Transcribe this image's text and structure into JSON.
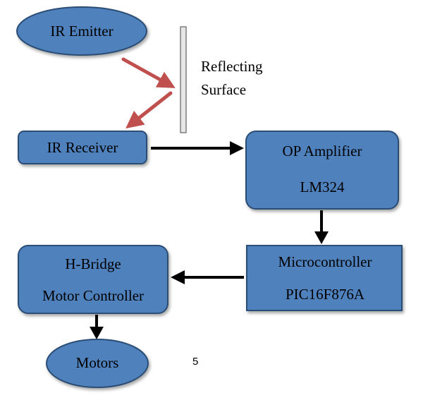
{
  "diagram": {
    "nodes": {
      "ir_emitter": {
        "label": "IR Emitter"
      },
      "ir_receiver": {
        "label": "IR Receiver"
      },
      "op_amplifier": {
        "line1": "OP Amplifier",
        "line2": "LM324"
      },
      "microcontroller": {
        "line1": "Microcontroller",
        "line2": "PIC16F876A"
      },
      "h_bridge": {
        "line1": "H-Bridge",
        "line2": "Motor Controller"
      },
      "motors": {
        "label": "Motors"
      }
    },
    "reflector": {
      "line1": "Reflecting",
      "line2": "Surface"
    },
    "page_number": "5",
    "colors": {
      "fill": "#4f81bd",
      "stroke": "#2c4d75",
      "ir_arrow": "#c0504d",
      "arrow": "#000000",
      "reflector_fill": "#e6e6e6",
      "reflector_stroke": "#7f7f7f"
    }
  }
}
